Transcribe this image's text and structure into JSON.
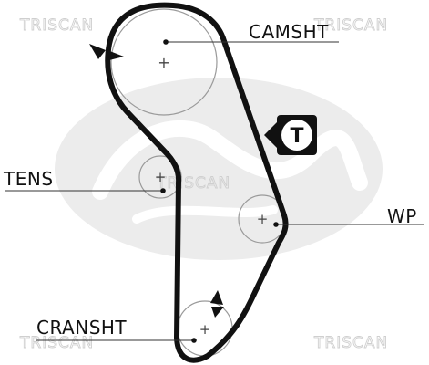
{
  "labels": {
    "camshaft": "CAMSHT",
    "tensioner": "TENS",
    "water_pump": "WP",
    "crankshaft": "CRANSHT"
  },
  "tension_badge": "T",
  "watermarks": [
    "TRISCAN",
    "TRISCAN",
    "TRISCAN",
    "TRISCAN",
    "TRISCAN"
  ],
  "colors": {
    "belt": "#111111",
    "pulley_outline": "#9a9a9a",
    "leader": "#333333",
    "watermark_logo": "#ececec",
    "watermark_text": "#cfcfcf"
  },
  "icons": [
    "rotation-arrow-icon",
    "tension-badge-icon"
  ]
}
